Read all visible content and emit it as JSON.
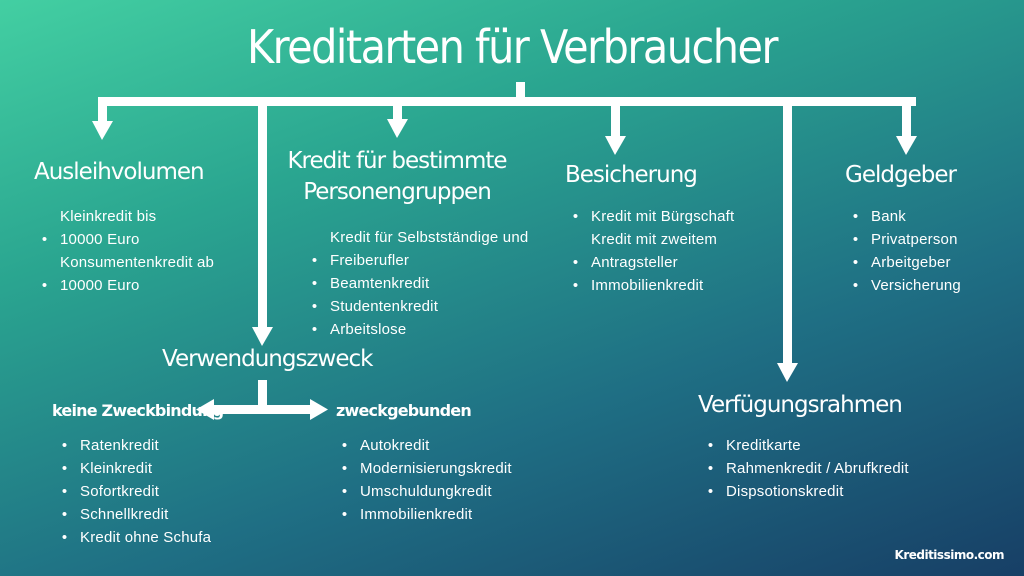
{
  "title": "Kreditarten für Verbraucher",
  "categories": {
    "ausleihvolumen": {
      "heading": "Ausleihvolumen",
      "items": [
        "Kleinkredit bis 10000 Euro",
        "Konsumentenkredit ab 10000 Euro"
      ]
    },
    "personengruppen": {
      "heading_line1": "Kredit für bestimmte",
      "heading_line2": "Personengruppen",
      "items": [
        "Kredit für Selbstständige und Freiberufler",
        "Beamtenkredit",
        "Studentenkredit",
        "Arbeitslose"
      ]
    },
    "besicherung": {
      "heading": "Besicherung",
      "items": [
        "Kredit mit Bürgschaft",
        "Kredit mit zweitem Antragsteller",
        "Immobilienkredit"
      ]
    },
    "geldgeber": {
      "heading": "Geldgeber",
      "items": [
        "Bank",
        "Privatperson",
        "Arbeitgeber",
        "Versicherung"
      ]
    },
    "verwendungszweck": {
      "heading": "Verwendungszweck",
      "left_label": "keine Zweckbindung",
      "right_label": "zweckgebunden",
      "left_items": [
        "Ratenkredit",
        "Kleinkredit",
        "Sofortkredit",
        "Schnellkredit",
        "Kredit ohne Schufa"
      ],
      "right_items": [
        "Autokredit",
        "Modernisierungskredit",
        "Umschuldungkredit",
        "Immobilienkredit"
      ]
    },
    "verfuegungsrahmen": {
      "heading": "Verfügungsrahmen",
      "items": [
        "Kreditkarte",
        "Rahmenkredit / Abrufkredit",
        "Dispsotionskredit"
      ]
    }
  },
  "branding": "Kreditissimo.com",
  "colors": {
    "gradient_start": "#43cfa2",
    "gradient_end": "#173f66",
    "lines": "#ffffff"
  }
}
